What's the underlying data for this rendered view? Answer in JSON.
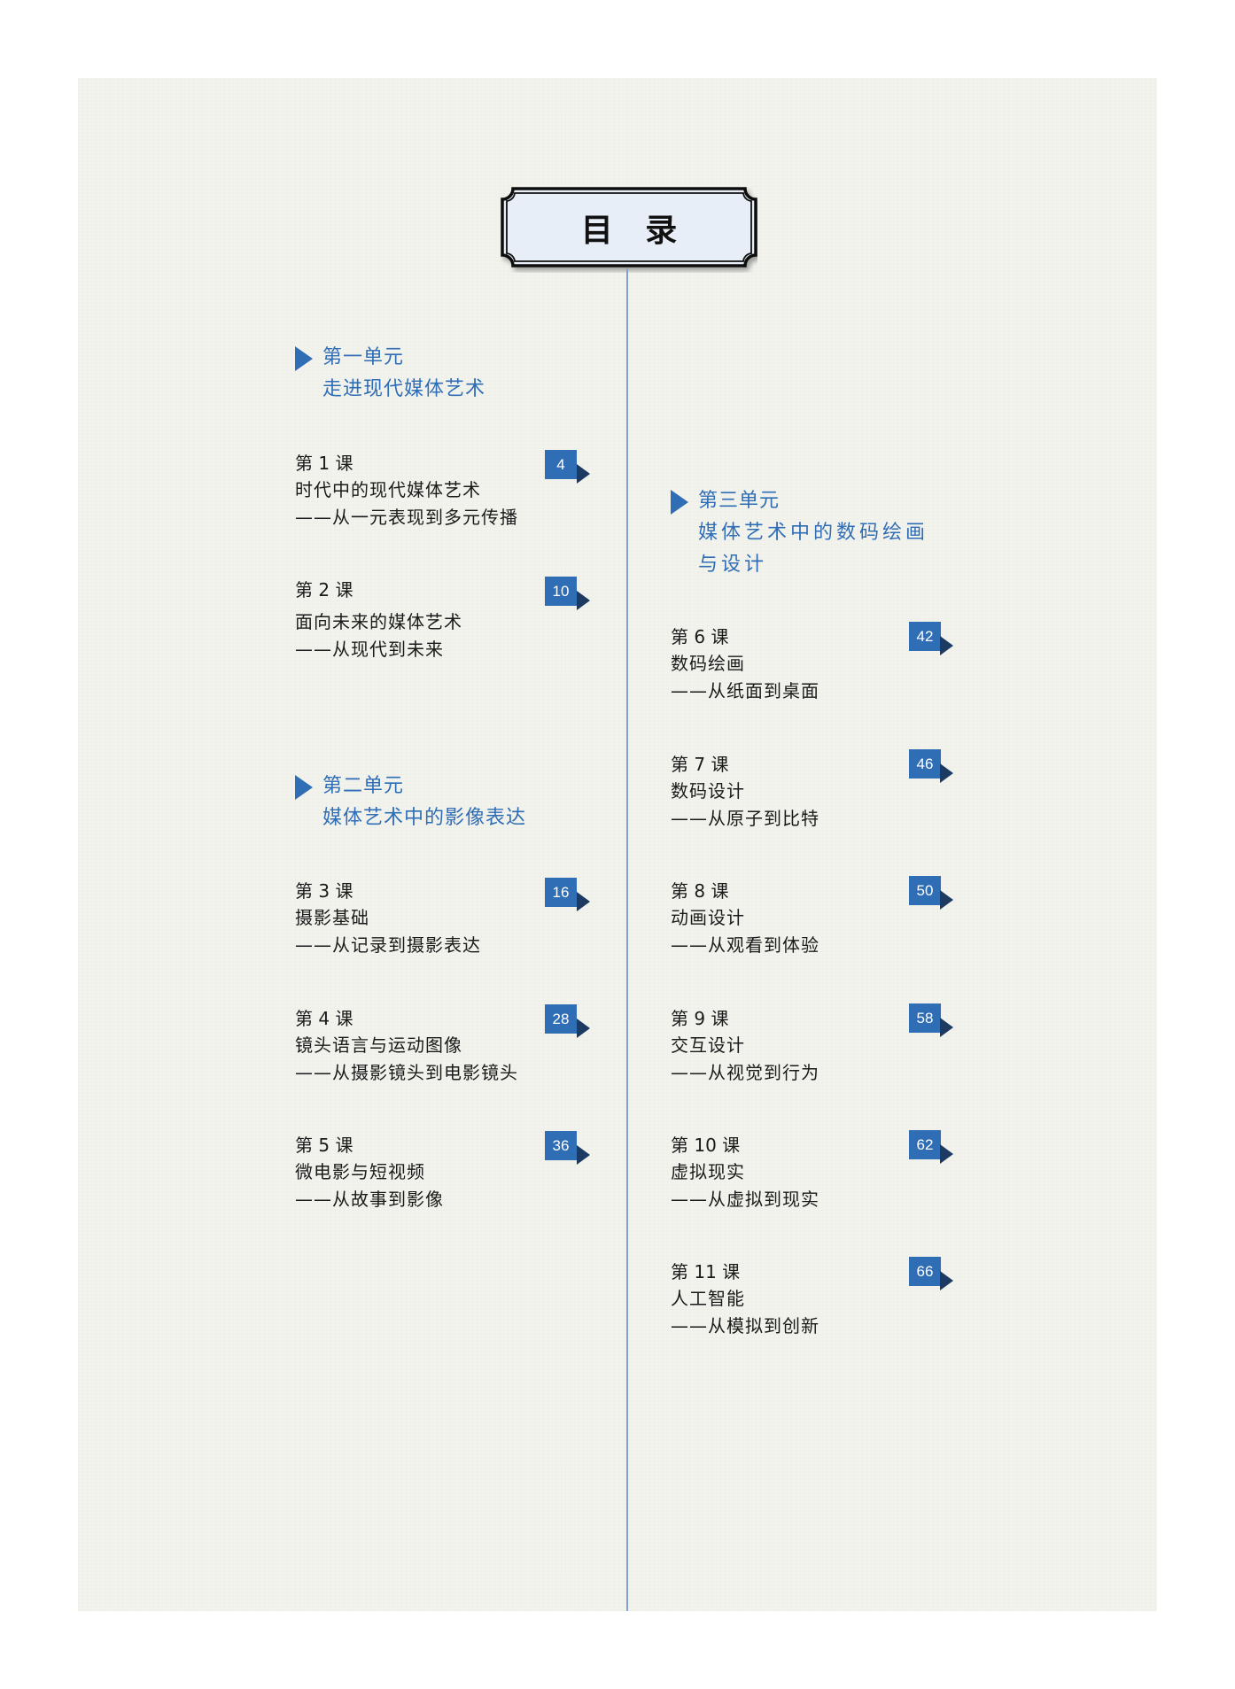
{
  "page": {
    "title": "目 录",
    "colors": {
      "accent": "#2f6db5",
      "arrow": "#1d3a63",
      "line": "#7ea3d3",
      "background": "#f3f3ee"
    }
  },
  "units": [
    {
      "label": "第一单元",
      "title_lines": [
        "走进现代媒体艺术"
      ]
    },
    {
      "label": "第二单元",
      "title_lines": [
        "媒体艺术中的影像表达"
      ]
    },
    {
      "label": "第三单元",
      "title_lines": [
        "媒体艺术中的数码绘画",
        "与设计"
      ]
    }
  ],
  "lessons": [
    {
      "number": "第 1 课",
      "title": "时代中的现代媒体艺术",
      "subtitle": "——从一元表现到多元传播",
      "page": "4"
    },
    {
      "number": "第 2 课",
      "title": "面向未来的媒体艺术",
      "subtitle": "——从现代到未来",
      "page": "10"
    },
    {
      "number": "第 3 课",
      "title": "摄影基础",
      "subtitle": "——从记录到摄影表达",
      "page": "16"
    },
    {
      "number": "第 4 课",
      "title": "镜头语言与运动图像",
      "subtitle": "——从摄影镜头到电影镜头",
      "page": "28"
    },
    {
      "number": "第 5 课",
      "title": "微电影与短视频",
      "subtitle": "——从故事到影像",
      "page": "36"
    },
    {
      "number": "第 6 课",
      "title": "数码绘画",
      "subtitle": "——从纸面到桌面",
      "page": "42"
    },
    {
      "number": "第 7 课",
      "title": "数码设计",
      "subtitle": "——从原子到比特",
      "page": "46"
    },
    {
      "number": "第 8 课",
      "title": "动画设计",
      "subtitle": "——从观看到体验",
      "page": "50"
    },
    {
      "number": "第 9 课",
      "title": "交互设计",
      "subtitle": "——从视觉到行为",
      "page": "58"
    },
    {
      "number": "第 10 课",
      "title": "虚拟现实",
      "subtitle": "——从虚拟到现实",
      "page": "62"
    },
    {
      "number": "第 11 课",
      "title": "人工智能",
      "subtitle": "——从模拟到创新",
      "page": "66"
    }
  ]
}
